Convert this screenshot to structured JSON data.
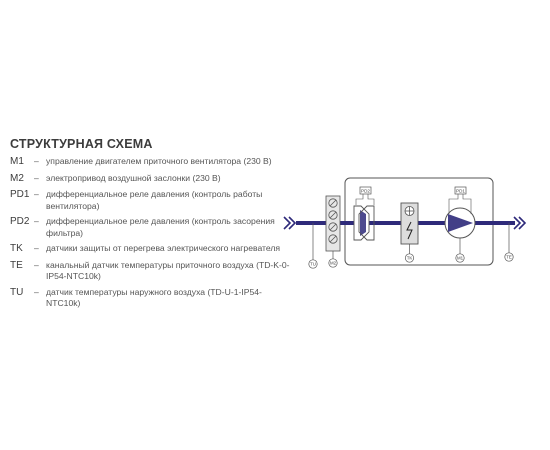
{
  "title": "СТРУКТУРНАЯ СХЕМА",
  "legend": [
    {
      "code": "M1",
      "dash": "–",
      "text": "управление двигателем приточного вентилятора (230 В)"
    },
    {
      "code": "M2",
      "dash": "–",
      "text": "электропривод воздушной заслонки (230 В)"
    },
    {
      "code": "PD1",
      "dash": "–",
      "text": "дифференциальное реле давления (контроль работы вентилятора)"
    },
    {
      "code": "PD2",
      "dash": "–",
      "text": "дифференциальное реле давления (контроль засорения фильтра)"
    },
    {
      "code": "TK",
      "dash": "–",
      "text": "датчики защиты от перегрева электрического нагревателя"
    },
    {
      "code": "TE",
      "dash": "–",
      "text": "канальный датчик температуры приточного воздуха (TD-K-0-IP54-NTC10k)"
    },
    {
      "code": "TU",
      "dash": "–",
      "text": "датчик температуры наружного воздуха (TD-U-1-IP54-NTC10k)"
    }
  ],
  "diagram": {
    "labels": {
      "tu": "TU",
      "m2": "M2",
      "pd2": "PD2",
      "tk": "TK",
      "pd1": "PD1",
      "m1": "M1",
      "te": "TE"
    },
    "colors": {
      "duct": "#2e2a7a",
      "line": "#555555",
      "filter_fill": "#e6e6e6",
      "heater_fill": "#dddddd"
    }
  }
}
